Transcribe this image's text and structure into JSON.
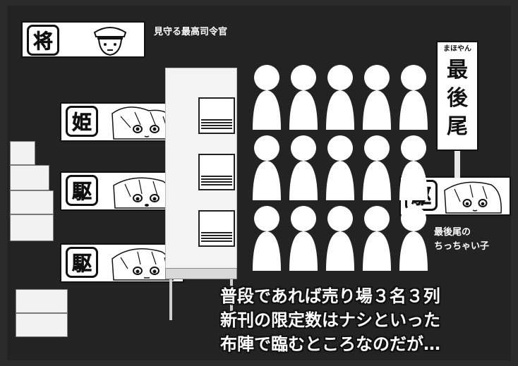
{
  "banners": {
    "commander": {
      "badge": "将",
      "caption": "見守る最高司令官"
    },
    "princess": {
      "badge": "姫"
    },
    "destroyer_a": {
      "badge": "駆"
    },
    "destroyer_b": {
      "badge": "駆"
    },
    "destroyer_tail": {
      "badge": "駆",
      "caption_line1": "最後尾の",
      "caption_line2": "ちっちゃい子"
    }
  },
  "sign": {
    "small_text": "まほやん",
    "big_chars": [
      "最",
      "後",
      "尾"
    ]
  },
  "caption": {
    "lines": [
      "普段であれば売り場３名３列",
      "新刊の限定数はナシといった",
      "布陣で臨むところなのだが…"
    ]
  },
  "colors": {
    "background": "#232323",
    "panel_white": "#ffffff",
    "ink": "#111111"
  }
}
